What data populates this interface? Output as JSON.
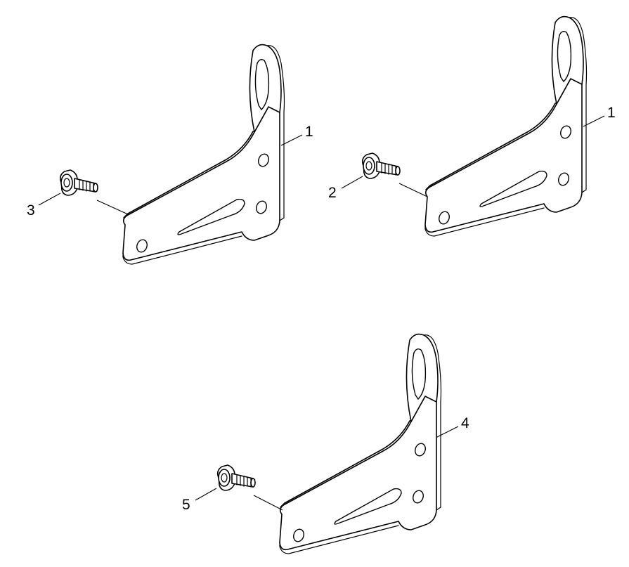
{
  "callouts": {
    "bracket_top_left": "1",
    "bracket_top_right": "1",
    "bolt_top_right": "2",
    "bolt_top_left": "3",
    "bracket_bottom": "4",
    "bolt_bottom": "5"
  },
  "colors": {
    "line": "#000000",
    "background": "#ffffff"
  }
}
